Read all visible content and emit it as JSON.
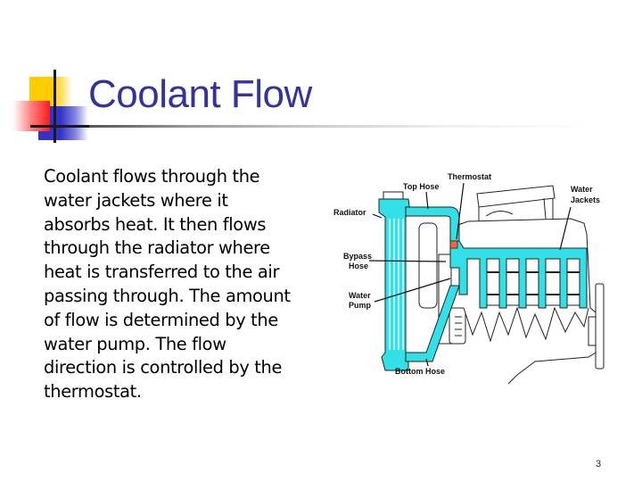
{
  "slide": {
    "title": "Coolant Flow",
    "title_color": "#333399",
    "body_lines": [
      "Coolant flows through the",
      "water jackets where it",
      "absorbs heat. It then flows",
      "through the radiator where",
      "heat is transferred to the air",
      "passing through. The amount",
      "of flow is determined by the",
      "water pump. The flow",
      "direction is controlled by the",
      "thermostat."
    ],
    "page_number": "3"
  },
  "diagram": {
    "coolant_color": "#33e0e8",
    "thermostat_color": "#ff6633",
    "labels": {
      "thermostat": "Thermostat",
      "top_hose": "Top Hose",
      "radiator": "Radiator",
      "water_jackets_1": "Water",
      "water_jackets_2": "Jackets",
      "bypass_hose_1": "Bypass",
      "bypass_hose_2": "Hose",
      "water_pump_1": "Water",
      "water_pump_2": "Pump",
      "bottom_hose": "Bottom Hose"
    }
  }
}
